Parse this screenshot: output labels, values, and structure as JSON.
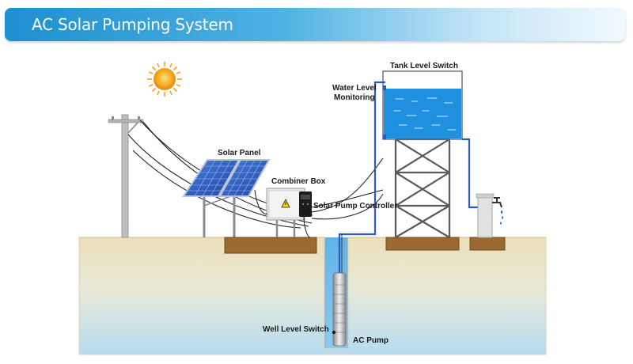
{
  "header": {
    "title": "AC Solar Pumping System"
  },
  "labels": {
    "solar_panel": "Solar Panel",
    "combiner_box": "Combiner Box",
    "solar_pump_controller": "Solar Pump Controller",
    "tank_level_switch": "Tank Level Switch",
    "water_level_line1": "Water Level",
    "water_level_line2": "Monitoring",
    "well_level_switch": "Well Level Switch",
    "ac_pump": "AC Pump"
  },
  "colors": {
    "banner_start": "#1e8fcf",
    "water": "#1f8fe0",
    "ground_top": "#ecdfba",
    "ground_bottom": "#b8ddf0",
    "pipe": "#2a5bbf",
    "sun": "#f6a21a"
  },
  "icons": [
    "sun-icon",
    "solar-panel-icon",
    "combiner-box-icon",
    "controller-icon",
    "faucet-icon",
    "water-tank-icon"
  ]
}
